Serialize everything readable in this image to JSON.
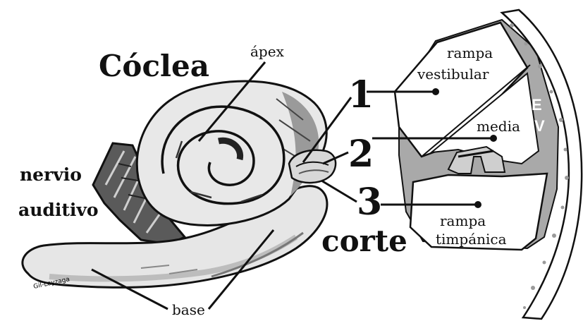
{
  "title": "Cóclea",
  "labels": {
    "apex": "ápex",
    "base": "base",
    "nerve_line1": "nervio",
    "nerve_line2": "auditivo",
    "section": "corte",
    "n1": "1",
    "n2": "2",
    "n3": "3",
    "vestibular_line1": "rampa",
    "vestibular_line2": "vestibular",
    "media": "media",
    "tympanic_line1": "rampa",
    "tympanic_line2": "timpánica",
    "ev_e": "E",
    "ev_v": "V",
    "credit": "Gil-Loyzaga"
  },
  "colors": {
    "ink": "#111111",
    "shell": "#e4e4e4",
    "shade": "#9c9c9c",
    "dark": "#3a3a3a",
    "section_gray": "#a8a8a8"
  }
}
